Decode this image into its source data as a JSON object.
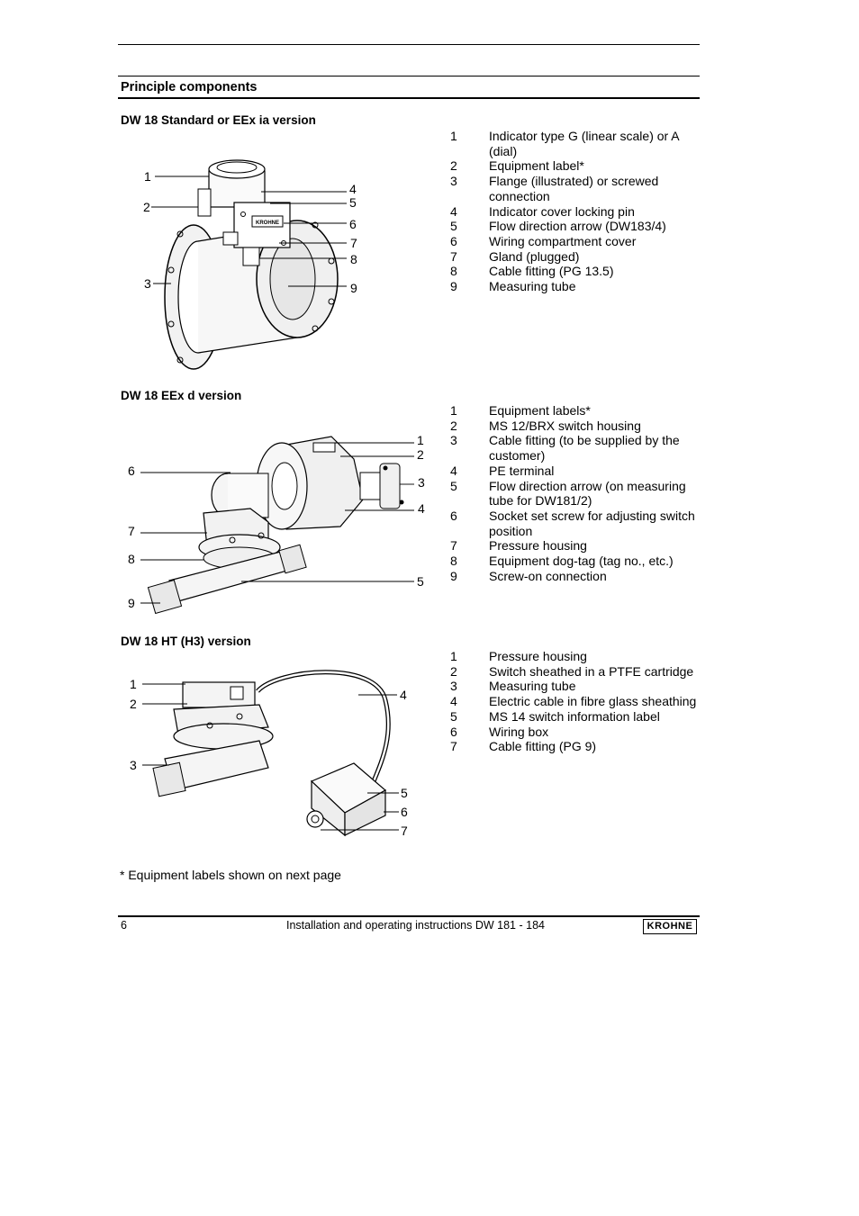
{
  "section_title": "Principle components",
  "footnote": "* Equipment labels shown on next page",
  "footer": {
    "page_number": "6",
    "doc_title": "Installation and operating instructions DW 181 - 184",
    "brand": "KROHNE"
  },
  "sections": [
    {
      "title": "DW 18 Standard or EEx ia version",
      "items": [
        {
          "num": "1",
          "text": "Indicator type G (linear scale) or A (dial)"
        },
        {
          "num": "2",
          "text": "Equipment label*"
        },
        {
          "num": "3",
          "text": "Flange (illustrated) or screwed connection"
        },
        {
          "num": "4",
          "text": "Indicator cover locking pin"
        },
        {
          "num": "5",
          "text": "Flow direction arrow (DW183/4)"
        },
        {
          "num": "6",
          "text": "Wiring compartment cover"
        },
        {
          "num": "7",
          "text": "Gland (plugged)"
        },
        {
          "num": "8",
          "text": "Cable fitting (PG 13.5)"
        },
        {
          "num": "9",
          "text": "Measuring tube"
        }
      ],
      "figure_labels": [
        "1",
        "2",
        "3",
        "4",
        "5",
        "6",
        "7",
        "8",
        "9"
      ]
    },
    {
      "title": "DW 18 EEx d version",
      "items": [
        {
          "num": "1",
          "text": "Equipment labels*"
        },
        {
          "num": "2",
          "text": "MS 12/BRX switch housing"
        },
        {
          "num": "3",
          "text": "Cable fitting (to be supplied by the customer)"
        },
        {
          "num": "4",
          "text": "PE terminal"
        },
        {
          "num": "5",
          "text": "Flow direction arrow (on measuring tube for DW181/2)"
        },
        {
          "num": "6",
          "text": "Socket set screw for adjusting switch position"
        },
        {
          "num": "7",
          "text": "Pressure housing"
        },
        {
          "num": "8",
          "text": "Equipment dog-tag (tag no., etc.)"
        },
        {
          "num": "9",
          "text": "Screw-on connection"
        }
      ],
      "figure_labels": [
        "1",
        "2",
        "3",
        "4",
        "5",
        "6",
        "7",
        "8",
        "9"
      ]
    },
    {
      "title": "DW 18 HT (H3) version",
      "items": [
        {
          "num": "1",
          "text": "Pressure housing"
        },
        {
          "num": "2",
          "text": "Switch sheathed in a PTFE cartridge"
        },
        {
          "num": "3",
          "text": "Measuring tube"
        },
        {
          "num": "4",
          "text": "Electric cable in fibre glass sheathing"
        },
        {
          "num": "5",
          "text": "MS 14 switch information label"
        },
        {
          "num": "6",
          "text": "Wiring box"
        },
        {
          "num": "7",
          "text": "Cable fitting (PG 9)"
        }
      ],
      "figure_labels": [
        "1",
        "2",
        "3",
        "4",
        "5",
        "6",
        "7"
      ]
    }
  ],
  "figure1_plate_text": "KROHNE"
}
